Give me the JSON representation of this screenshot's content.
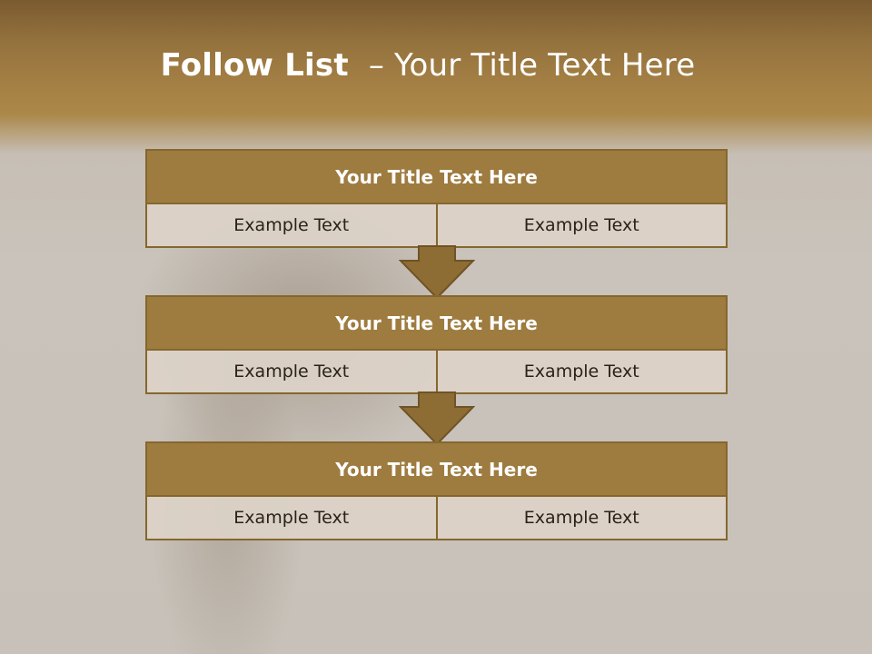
{
  "slide": {
    "title_bold": "Follow List",
    "title_separator": "–",
    "title_rest": "Your Title Text Here"
  },
  "blocks": [
    {
      "title": "Your Title Text Here",
      "left_text": "Example Text",
      "right_text": "Example Text"
    },
    {
      "title": "Your Title Text Here",
      "left_text": "Example Text",
      "right_text": "Example Text"
    },
    {
      "title": "Your Title Text Here",
      "left_text": "Example Text",
      "right_text": "Example Text"
    }
  ],
  "colors": {
    "header": "#a88346",
    "block_title": "#9e7b3f",
    "border": "#85672e",
    "cell": "#dcd3c8"
  }
}
